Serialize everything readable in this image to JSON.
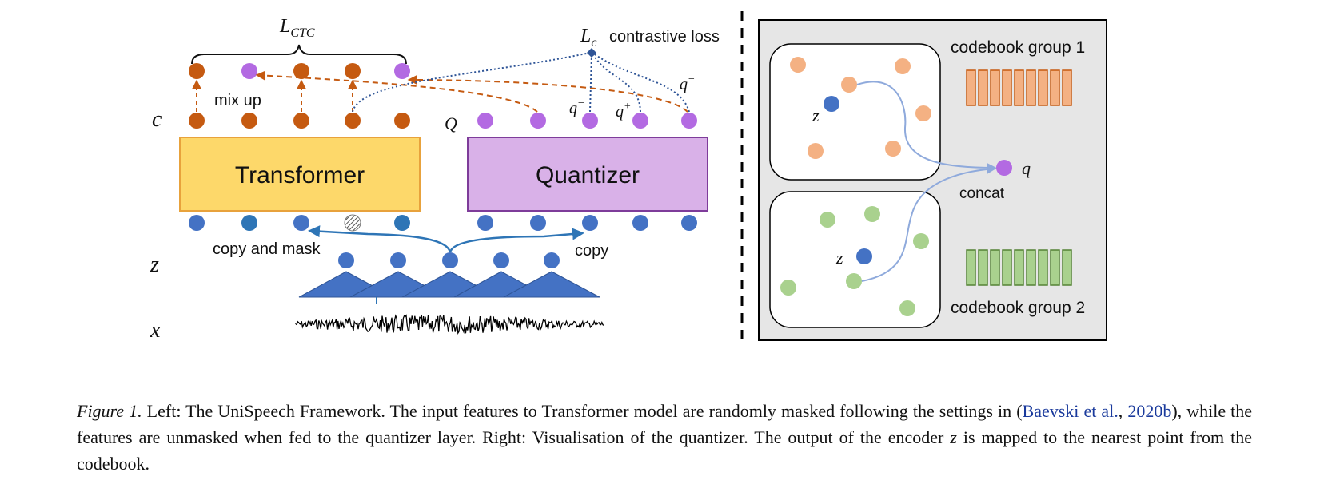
{
  "diagram": {
    "left": {
      "row_labels": {
        "c": "c",
        "z": "z",
        "x": "x"
      },
      "quantized_label": "Q",
      "ctc_loss": {
        "base": "L",
        "sub": "CTC"
      },
      "contrastive": {
        "base": "L",
        "sub": "c",
        "text": "contrastive loss"
      },
      "mix_up": "mix up",
      "transformer": "Transformer",
      "quantizer": "Quantizer",
      "copy_and_mask": "copy and mask",
      "copy": "copy",
      "q_neg_1": {
        "base": "q",
        "sup": "−"
      },
      "q_pos": {
        "base": "q",
        "sup": "+"
      },
      "q_neg_2": {
        "base": "q",
        "sup": "−"
      }
    },
    "right": {
      "codebook_group_1": "codebook group 1",
      "codebook_group_2": "codebook group 2",
      "z_label_1": "z",
      "z_label_2": "z",
      "concat": "concat",
      "q_label": "q"
    },
    "colors": {
      "transformer_fill": "#fdd86a",
      "transformer_border": "#e8a23c",
      "quantizer_fill": "#d9b1e8",
      "quantizer_border": "#7e3c9a",
      "blue": "#4472c4",
      "orange_dark": "#c55a11",
      "purple": "#b36ae2",
      "peach": "#f4b183",
      "green": "#a9d18e",
      "panel_bg": "#e6e6e6"
    }
  },
  "caption": {
    "label": "Figure 1.",
    "text1": " Left: The UniSpeech Framework. The input features to Transformer model are randomly masked following the settings in (",
    "cite_author": "Baevski et al.",
    "cite_sep": ", ",
    "cite_year": "2020b",
    "text2": "), while the features are unmasked when fed to the quantizer layer. Right: Visualisation of the quantizer. The output of the encoder ",
    "var": "z",
    "text3": " is mapped to the nearest point from the codebook."
  }
}
